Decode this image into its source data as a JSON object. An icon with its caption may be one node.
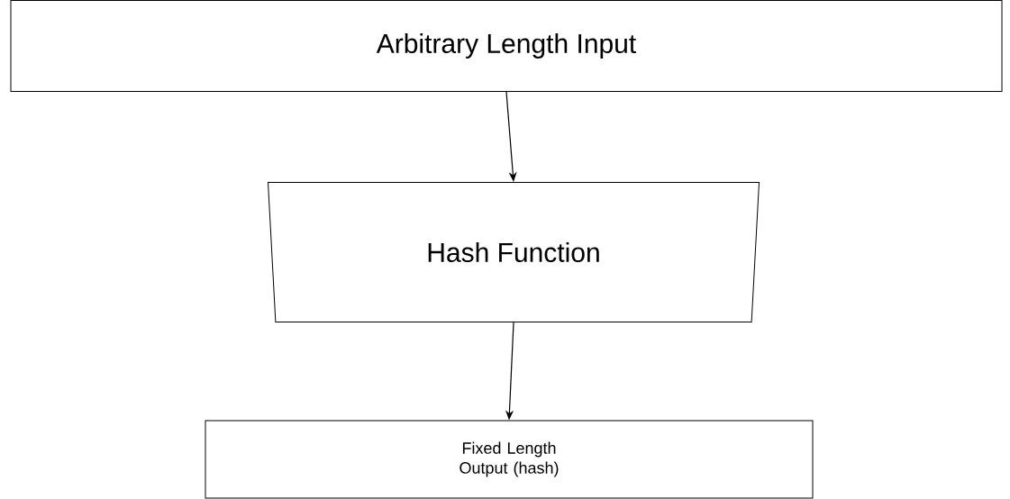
{
  "diagram": {
    "nodes": [
      {
        "text": [
          "Arbitrary Length Input"
        ]
      },
      {
        "text": [
          "Hash Function"
        ]
      },
      {
        "text": [
          "Fixed Length Output (hash)"
        ]
      }
    ],
    "edges": [
      {
        "from": 0,
        "to": 1,
        "arrow": "to"
      },
      {
        "from": 1,
        "to": 2,
        "arrow": "to"
      }
    ]
  }
}
